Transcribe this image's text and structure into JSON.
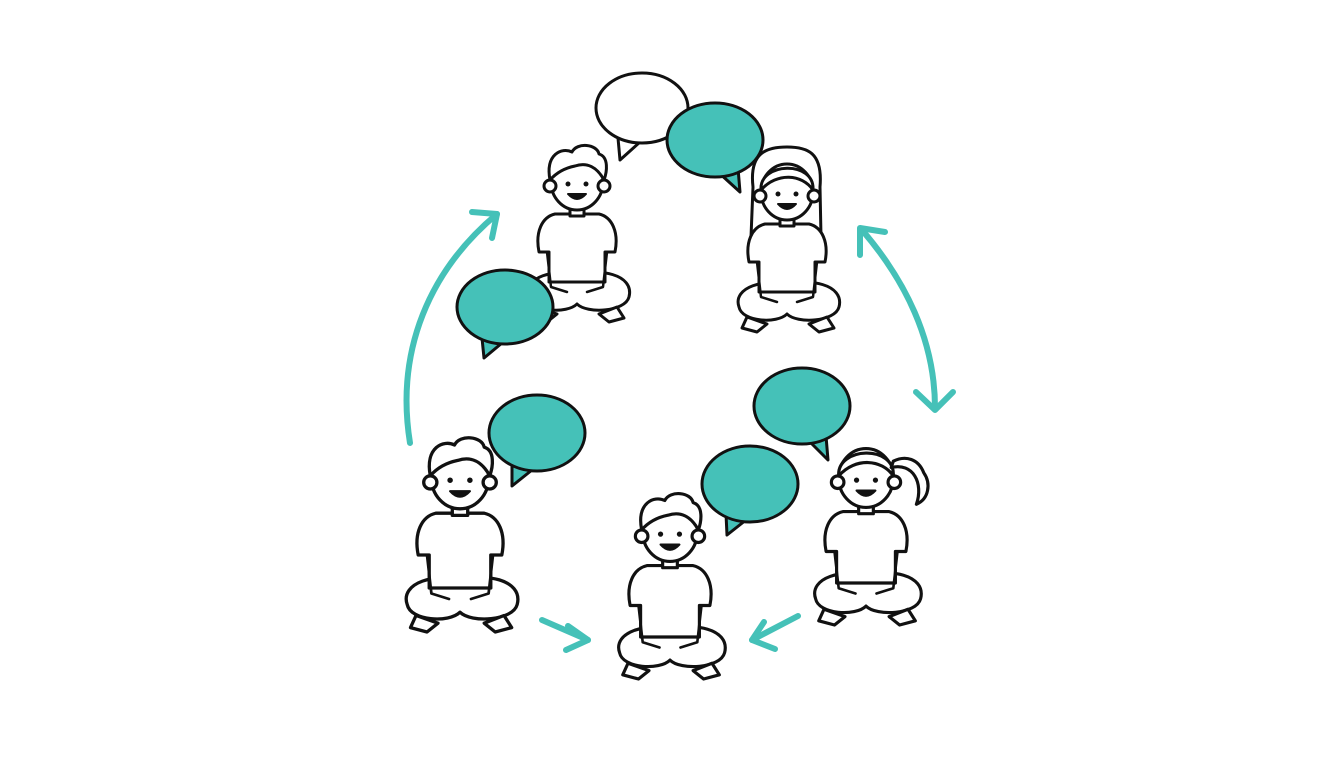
{
  "illustration": {
    "subject": "group-discussion-circle",
    "people_count": 5,
    "speech_bubble_count": 6,
    "colors": {
      "accent": "#45c1b8",
      "outline": "#111111",
      "background": "#ffffff",
      "bubble_plain": "#ffffff"
    }
  }
}
